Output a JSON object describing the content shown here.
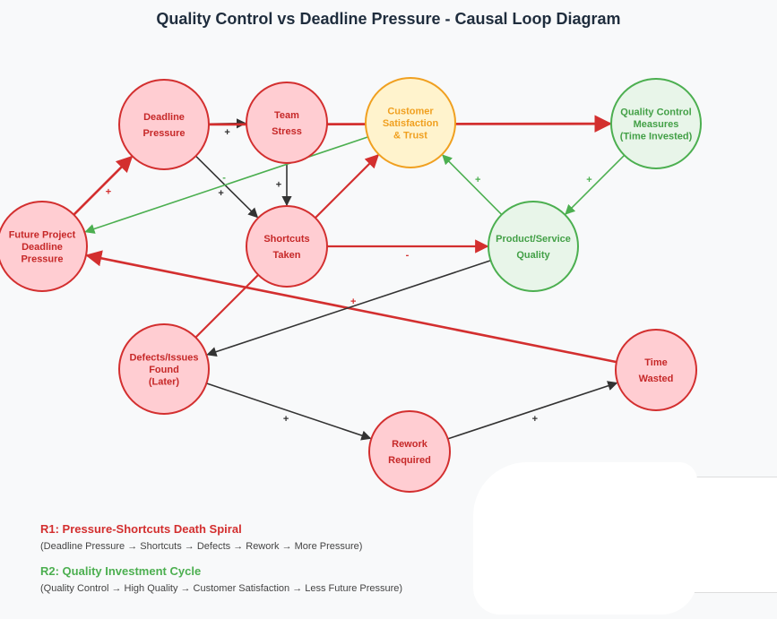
{
  "title": "Quality Control vs Deadline Pressure - Causal Loop Diagram",
  "colors": {
    "red": "#d32f2f",
    "green": "#4caf50",
    "dark": "#333333",
    "orange": "#f0a020"
  },
  "nodes": {
    "deadline": {
      "lines": [
        "Deadline",
        "Pressure"
      ],
      "style": "red"
    },
    "stress": {
      "lines": [
        "Team",
        "Stress"
      ],
      "style": "red"
    },
    "satisfaction": {
      "lines": [
        "Customer",
        "Satisfaction",
        "& Trust"
      ],
      "style": "orange"
    },
    "qc": {
      "lines": [
        "Quality Control",
        "Measures",
        "(Time Invested)"
      ],
      "style": "green"
    },
    "future": {
      "lines": [
        "Future Project",
        "Deadline",
        "Pressure"
      ],
      "style": "red"
    },
    "shortcuts": {
      "lines": [
        "Shortcuts",
        "Taken"
      ],
      "style": "red"
    },
    "quality": {
      "lines": [
        "Product/Service",
        "Quality"
      ],
      "style": "green"
    },
    "defects": {
      "lines": [
        "Defects/Issues",
        "Found",
        "(Later)"
      ],
      "style": "red"
    },
    "wasted": {
      "lines": [
        "Time",
        "Wasted"
      ],
      "style": "red"
    },
    "rework": {
      "lines": [
        "Rework",
        "Required"
      ],
      "style": "red"
    }
  },
  "links": [
    {
      "from": "deadline",
      "to": "stress",
      "sign": "+",
      "color": "dark"
    },
    {
      "from": "deadline",
      "to": "qc",
      "sign": "-",
      "color": "red"
    },
    {
      "from": "deadline",
      "to": "shortcuts",
      "sign": "+",
      "color": "dark"
    },
    {
      "from": "stress",
      "to": "shortcuts",
      "sign": "+",
      "color": "dark"
    },
    {
      "from": "satisfaction",
      "to": "future",
      "sign": "-",
      "color": "green"
    },
    {
      "from": "qc",
      "to": "quality",
      "sign": "+",
      "color": "green"
    },
    {
      "from": "quality",
      "to": "satisfaction",
      "sign": "+",
      "color": "green"
    },
    {
      "from": "shortcuts",
      "to": "quality",
      "sign": "-",
      "color": "red"
    },
    {
      "from": "future",
      "to": "deadline",
      "sign": "+",
      "color": "red"
    },
    {
      "from": "wasted",
      "to": "future",
      "sign": "+",
      "color": "red"
    },
    {
      "from": "quality",
      "to": "defects",
      "sign": "",
      "color": "dark"
    },
    {
      "from": "defects",
      "to": "satisfaction",
      "sign": "",
      "color": "red"
    },
    {
      "from": "defects",
      "to": "rework",
      "sign": "+",
      "color": "dark"
    },
    {
      "from": "rework",
      "to": "wasted",
      "sign": "+",
      "color": "dark"
    }
  ],
  "legend": {
    "r1_title": "R1: Pressure-Shortcuts Death Spiral",
    "r1_desc": "(Deadline Pressure → Shortcuts → Defects → Rework → More Pressure)",
    "r2_title": "R2: Quality Investment Cycle",
    "r2_desc": "(Quality Control → High Quality → Customer Satisfaction → Less Future Pressure)"
  }
}
